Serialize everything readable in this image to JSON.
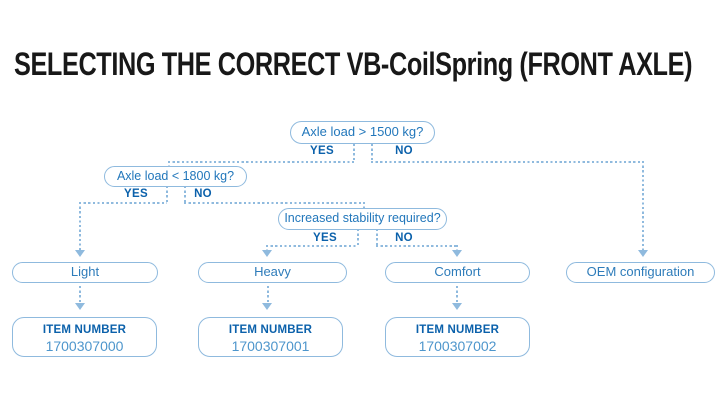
{
  "title": "SELECTING THE CORRECT VB-CoilSpring (FRONT AXLE)",
  "colors": {
    "line": "#8fbade",
    "question_text": "#2277bb",
    "branch_label_text": "#0b61ab",
    "result_text": "#2e7cba",
    "item_label_text": "#0b61ab",
    "item_number_text": "#4e96cc",
    "title_text": "#181818",
    "background": "#ffffff"
  },
  "flowchart": {
    "decisions": [
      {
        "question": "Axle load > 1500 kg?",
        "yes": "YES",
        "no": "NO"
      },
      {
        "question": "Axle load < 1800 kg?",
        "yes": "YES",
        "no": "NO"
      },
      {
        "question": "Increased stability required?",
        "yes": "YES",
        "no": "NO"
      }
    ],
    "results": [
      {
        "label": "Light",
        "item_label": "ITEM NUMBER",
        "item_number": "1700307000"
      },
      {
        "label": "Heavy",
        "item_label": "ITEM NUMBER",
        "item_number": "1700307001"
      },
      {
        "label": "Comfort",
        "item_label": "ITEM NUMBER",
        "item_number": "1700307002"
      },
      {
        "label": "OEM configuration"
      }
    ]
  }
}
